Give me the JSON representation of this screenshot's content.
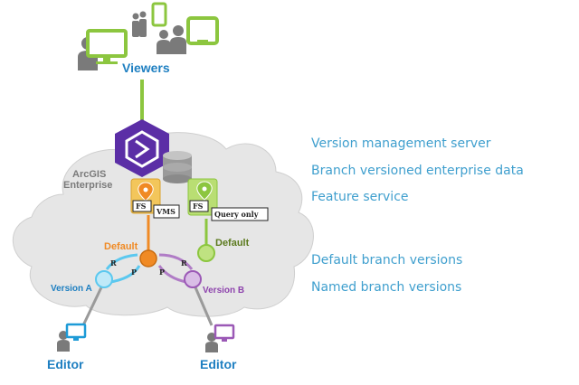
{
  "labels": {
    "viewers": "Viewers",
    "platform_line1": "ArcGIS",
    "platform_line2": "Enterprise",
    "fs": "FS",
    "vms": "VMS",
    "fs2": "FS",
    "query_only": "Query only",
    "default_left": "Default",
    "default_right": "Default",
    "version_a": "Version A",
    "version_b": "Version B",
    "r_left": "R",
    "p_left": "P",
    "p_right": "P",
    "r_right": "R",
    "editor_left": "Editor",
    "editor_right": "Editor"
  },
  "legend": [
    "Version management server",
    "Branch versioned enterprise data",
    "Feature service",
    "Default branch versions",
    "Named branch versions"
  ],
  "colors": {
    "blue_text": "#1e7fc1",
    "legend_text": "#3f9fce",
    "green": "#8cc63f",
    "orange": "#f08a24",
    "cyan": "#5bc8ef",
    "purple": "#9b59b6",
    "portal_purple": "#5b2ea6",
    "cloud": "#e6e6e6",
    "person_gray": "#7a7a7a",
    "olive_text": "#5c7a1e"
  },
  "icons": [
    "person-icon",
    "monitor-icon",
    "phone-icon",
    "tablet-icon",
    "portal-logo-icon",
    "database-icon",
    "map-pin-icon"
  ]
}
